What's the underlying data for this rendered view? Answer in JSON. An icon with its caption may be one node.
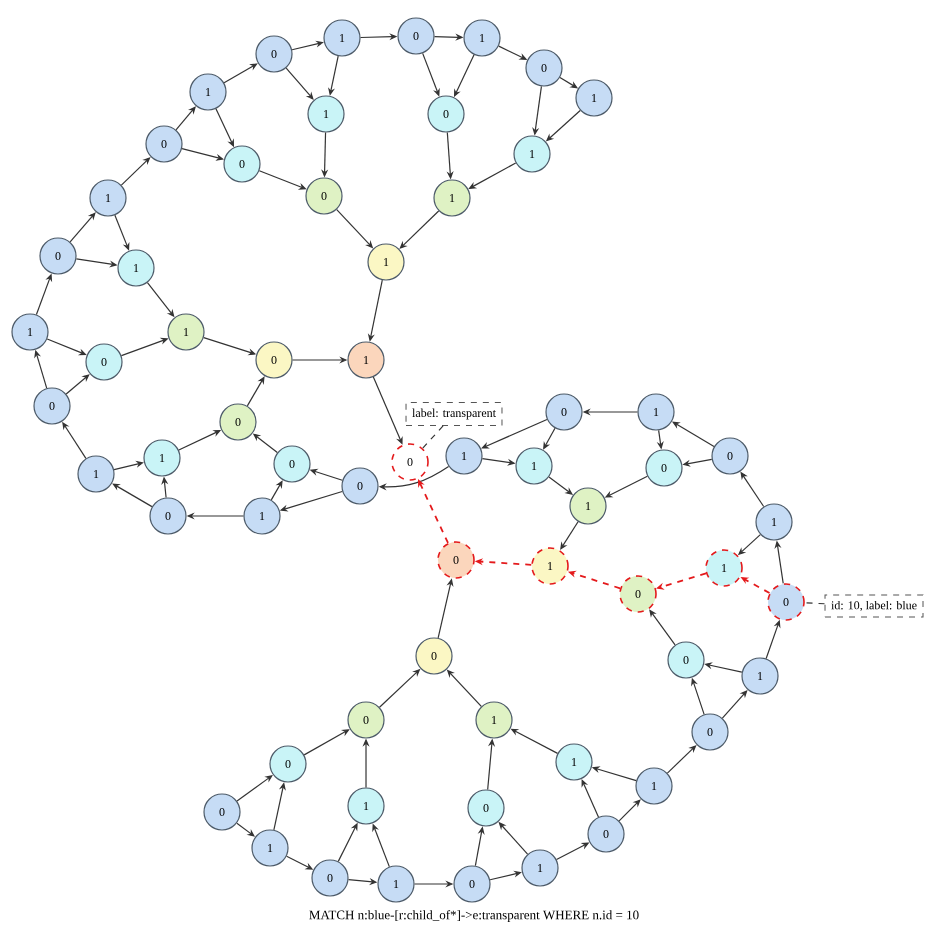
{
  "diagram": {
    "caption": "MATCH n:blue-[r:child_of*]->e:transparent WHERE n.id = 10",
    "nodes": [
      {
        "text": [
          "0"
        ]
      },
      {
        "text": [
          "1"
        ]
      },
      {
        "text": [
          "0"
        ]
      },
      {
        "text": [
          "1"
        ]
      },
      {
        "text": [
          "0"
        ]
      },
      {
        "text": [
          "1"
        ]
      },
      {
        "text": [
          "0"
        ]
      },
      {
        "text": [
          "1"
        ]
      },
      {
        "text": [
          "0"
        ]
      },
      {
        "text": [
          "1"
        ]
      },
      {
        "text": [
          "0"
        ]
      },
      {
        "text": [
          "1"
        ]
      },
      {
        "text": [
          "0"
        ]
      },
      {
        "text": [
          "1"
        ]
      },
      {
        "text": [
          "0"
        ]
      },
      {
        "text": [
          "1"
        ]
      },
      {
        "text": [
          "0"
        ]
      },
      {
        "text": [
          "1"
        ]
      },
      {
        "text": [
          "0"
        ]
      },
      {
        "text": [
          "1"
        ]
      },
      {
        "text": [
          "0"
        ]
      },
      {
        "text": [
          "1"
        ]
      },
      {
        "text": [
          "0"
        ]
      },
      {
        "text": [
          "1"
        ]
      },
      {
        "text": [
          "0"
        ]
      },
      {
        "text": [
          "1"
        ]
      },
      {
        "text": [
          "0"
        ]
      },
      {
        "text": [
          "1"
        ]
      },
      {
        "text": [
          "0"
        ]
      },
      {
        "text": [
          "1"
        ]
      },
      {
        "text": [
          "0"
        ]
      },
      {
        "text": [
          "1"
        ]
      },
      {
        "text": [
          "0"
        ]
      },
      {
        "text": [
          "1"
        ]
      },
      {
        "text": [
          "0"
        ]
      },
      {
        "text": [
          "1"
        ]
      },
      {
        "text": [
          "0"
        ]
      },
      {
        "text": [
          "0"
        ]
      },
      {
        "text": [
          "1"
        ]
      },
      {
        "text": [
          "1"
        ]
      },
      {
        "text": [
          "0"
        ]
      },
      {
        "text": [
          "1"
        ]
      },
      {
        "text": [
          "0"
        ]
      },
      {
        "text": [
          "0"
        ]
      },
      {
        "text": [
          "1"
        ]
      },
      {
        "text": [
          "0"
        ]
      },
      {
        "text": [
          "1"
        ]
      },
      {
        "text": [
          "1"
        ]
      },
      {
        "text": [
          "0"
        ]
      },
      {
        "text": [
          "1"
        ]
      },
      {
        "text": [
          "0"
        ]
      },
      {
        "text": [
          "1"
        ]
      },
      {
        "text": [
          "0"
        ]
      },
      {
        "text": [
          "1"
        ]
      },
      {
        "text": [
          "0"
        ]
      },
      {
        "text": [
          "1"
        ]
      },
      {
        "text": [
          "0"
        ]
      },
      {
        "text": [
          "1"
        ]
      },
      {
        "text": [
          "0"
        ]
      },
      {
        "text": [
          "1"
        ]
      },
      {
        "text": [
          "0"
        ]
      },
      {
        "text": [
          "1"
        ]
      },
      {
        "text": [
          "0"
        ]
      },
      {
        "text": [
          "label: transparent"
        ]
      },
      {
        "text": [
          "id: 10, label: blue"
        ]
      }
    ],
    "edges": [
      {
        "from": 1,
        "to": 0,
        "arrow": "to"
      },
      {
        "from": 2,
        "to": 1,
        "arrow": "to"
      },
      {
        "from": 3,
        "to": 1,
        "arrow": "to"
      },
      {
        "from": 4,
        "to": 2,
        "arrow": "to"
      },
      {
        "from": 5,
        "to": 2,
        "arrow": "to"
      },
      {
        "from": 6,
        "to": 3,
        "arrow": "to"
      },
      {
        "from": 7,
        "to": 3,
        "arrow": "to"
      },
      {
        "from": 8,
        "to": 4,
        "arrow": "to"
      },
      {
        "from": 9,
        "to": 4,
        "arrow": "to"
      },
      {
        "from": 10,
        "to": 5,
        "arrow": "to"
      },
      {
        "from": 11,
        "to": 5,
        "arrow": "to"
      },
      {
        "from": 12,
        "to": 6,
        "arrow": "to"
      },
      {
        "from": 13,
        "to": 6,
        "arrow": "to"
      },
      {
        "from": 14,
        "to": 7,
        "arrow": "to"
      },
      {
        "from": 15,
        "to": 7,
        "arrow": "to"
      },
      {
        "from": 16,
        "to": 8,
        "arrow": "to"
      },
      {
        "from": 17,
        "to": 8,
        "arrow": "to"
      },
      {
        "from": 18,
        "to": 9,
        "arrow": "to"
      },
      {
        "from": 19,
        "to": 9,
        "arrow": "to"
      },
      {
        "from": 20,
        "to": 10,
        "arrow": "to"
      },
      {
        "from": 21,
        "to": 10,
        "arrow": "to"
      },
      {
        "from": 22,
        "to": 11,
        "arrow": "to"
      },
      {
        "from": 23,
        "to": 11,
        "arrow": "to"
      },
      {
        "from": 24,
        "to": 12,
        "arrow": "to"
      },
      {
        "from": 25,
        "to": 12,
        "arrow": "to"
      },
      {
        "from": 26,
        "to": 13,
        "arrow": "to"
      },
      {
        "from": 27,
        "to": 13,
        "arrow": "to"
      },
      {
        "from": 28,
        "to": 14,
        "arrow": "to"
      },
      {
        "from": 29,
        "to": 14,
        "arrow": "to"
      },
      {
        "from": 30,
        "to": 15,
        "arrow": "to"
      },
      {
        "from": 31,
        "to": 15,
        "arrow": "to"
      },
      {
        "from": 16,
        "to": 17,
        "arrow": "to"
      },
      {
        "from": 17,
        "to": 18,
        "arrow": "to"
      },
      {
        "from": 18,
        "to": 19,
        "arrow": "to"
      },
      {
        "from": 19,
        "to": 20,
        "arrow": "to"
      },
      {
        "from": 20,
        "to": 21,
        "arrow": "to"
      },
      {
        "from": 21,
        "to": 22,
        "arrow": "to"
      },
      {
        "from": 22,
        "to": 23,
        "arrow": "to"
      },
      {
        "from": 23,
        "to": 24,
        "arrow": "to"
      },
      {
        "from": 24,
        "to": 25,
        "arrow": "to"
      },
      {
        "from": 25,
        "to": 26,
        "arrow": "to"
      },
      {
        "from": 26,
        "to": 27,
        "arrow": "to"
      },
      {
        "from": 27,
        "to": 28,
        "arrow": "to"
      },
      {
        "from": 28,
        "to": 29,
        "arrow": "to"
      },
      {
        "from": 29,
        "to": 30,
        "arrow": "to"
      },
      {
        "from": 30,
        "to": 31,
        "arrow": "to"
      },
      {
        "from": 47,
        "to": 16,
        "arrow": "to"
      },
      {
        "from": 32,
        "to": 0,
        "arrow": "to",
        "style": "dashed",
        "color": "#e41a1c"
      },
      {
        "from": 33,
        "to": 32,
        "arrow": "to",
        "style": "dashed",
        "color": "#e41a1c"
      },
      {
        "from": 34,
        "to": 32,
        "arrow": "to"
      },
      {
        "from": 35,
        "to": 33,
        "arrow": "to"
      },
      {
        "from": 36,
        "to": 33,
        "arrow": "to",
        "style": "dashed",
        "color": "#e41a1c"
      },
      {
        "from": 37,
        "to": 34,
        "arrow": "to"
      },
      {
        "from": 38,
        "to": 34,
        "arrow": "to"
      },
      {
        "from": 39,
        "to": 35,
        "arrow": "to"
      },
      {
        "from": 40,
        "to": 35,
        "arrow": "to"
      },
      {
        "from": 41,
        "to": 36,
        "arrow": "to",
        "style": "dashed",
        "color": "#e41a1c"
      },
      {
        "from": 42,
        "to": 36,
        "arrow": "to"
      },
      {
        "from": 43,
        "to": 37,
        "arrow": "to"
      },
      {
        "from": 44,
        "to": 37,
        "arrow": "to"
      },
      {
        "from": 45,
        "to": 38,
        "arrow": "to"
      },
      {
        "from": 46,
        "to": 38,
        "arrow": "to"
      },
      {
        "from": 47,
        "to": 39,
        "arrow": "to"
      },
      {
        "from": 48,
        "to": 39,
        "arrow": "to"
      },
      {
        "from": 49,
        "to": 40,
        "arrow": "to"
      },
      {
        "from": 50,
        "to": 40,
        "arrow": "to"
      },
      {
        "from": 51,
        "to": 41,
        "arrow": "to"
      },
      {
        "from": 52,
        "to": 41,
        "arrow": "to",
        "style": "dashed",
        "color": "#e41a1c"
      },
      {
        "from": 53,
        "to": 42,
        "arrow": "to"
      },
      {
        "from": 54,
        "to": 42,
        "arrow": "to"
      },
      {
        "from": 62,
        "to": 43,
        "arrow": "to"
      },
      {
        "from": 61,
        "to": 43,
        "arrow": "to"
      },
      {
        "from": 60,
        "to": 44,
        "arrow": "to"
      },
      {
        "from": 59,
        "to": 44,
        "arrow": "to"
      },
      {
        "from": 58,
        "to": 45,
        "arrow": "to"
      },
      {
        "from": 57,
        "to": 45,
        "arrow": "to"
      },
      {
        "from": 56,
        "to": 46,
        "arrow": "to"
      },
      {
        "from": 55,
        "to": 46,
        "arrow": "to"
      },
      {
        "from": 62,
        "to": 61,
        "arrow": "to"
      },
      {
        "from": 61,
        "to": 60,
        "arrow": "to"
      },
      {
        "from": 60,
        "to": 59,
        "arrow": "to"
      },
      {
        "from": 59,
        "to": 58,
        "arrow": "to"
      },
      {
        "from": 58,
        "to": 57,
        "arrow": "to"
      },
      {
        "from": 57,
        "to": 56,
        "arrow": "to"
      },
      {
        "from": 56,
        "to": 55,
        "arrow": "to"
      },
      {
        "from": 55,
        "to": 54,
        "arrow": "to"
      },
      {
        "from": 54,
        "to": 53,
        "arrow": "to"
      },
      {
        "from": 53,
        "to": 52,
        "arrow": "to"
      },
      {
        "from": 52,
        "to": 51,
        "arrow": "to"
      },
      {
        "from": 51,
        "to": 50,
        "arrow": "to"
      },
      {
        "from": 50,
        "to": 49,
        "arrow": "to"
      },
      {
        "from": 49,
        "to": 48,
        "arrow": "to"
      },
      {
        "from": 48,
        "to": 47,
        "arrow": "to"
      },
      {
        "from": 63,
        "to": 0,
        "arrow": "none",
        "style": "dashed"
      },
      {
        "from": 64,
        "to": 52,
        "arrow": "none",
        "style": "dashed"
      }
    ]
  }
}
